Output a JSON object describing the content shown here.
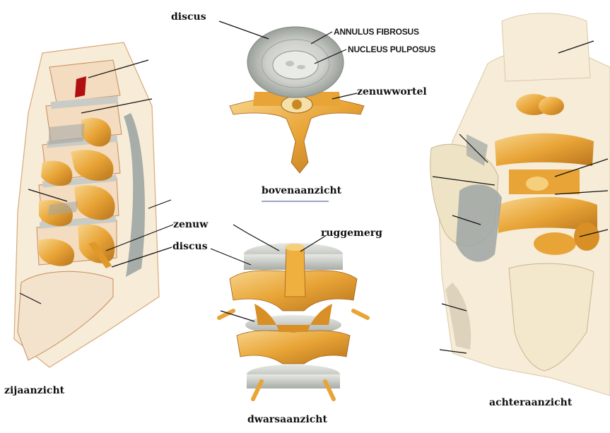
{
  "labels": {
    "discus_top": "discus",
    "annulus": "ANNULUS FIBROSUS",
    "nucleus": "NUCLEUS PULPOSUS",
    "zenuwwortel": "zenuwwortel",
    "bovenaanzicht": "bovenaanzicht",
    "zenuw": "zenuw",
    "ruggemerg": "ruggemerg",
    "discus_mid": "discus",
    "zijaanzicht": "zijaanzicht",
    "dwarsaanzicht": "dwarsaanzicht",
    "achteraanzicht": "achteraanzicht"
  },
  "colors": {
    "bone": "#e8a436",
    "bone_dark": "#b8741c",
    "bone_light": "#f6cf7c",
    "disc": "#c9cbc6",
    "ligament": "#9fa6a4",
    "cream": "#f6ecd8",
    "nerve_red": "#b01010"
  }
}
